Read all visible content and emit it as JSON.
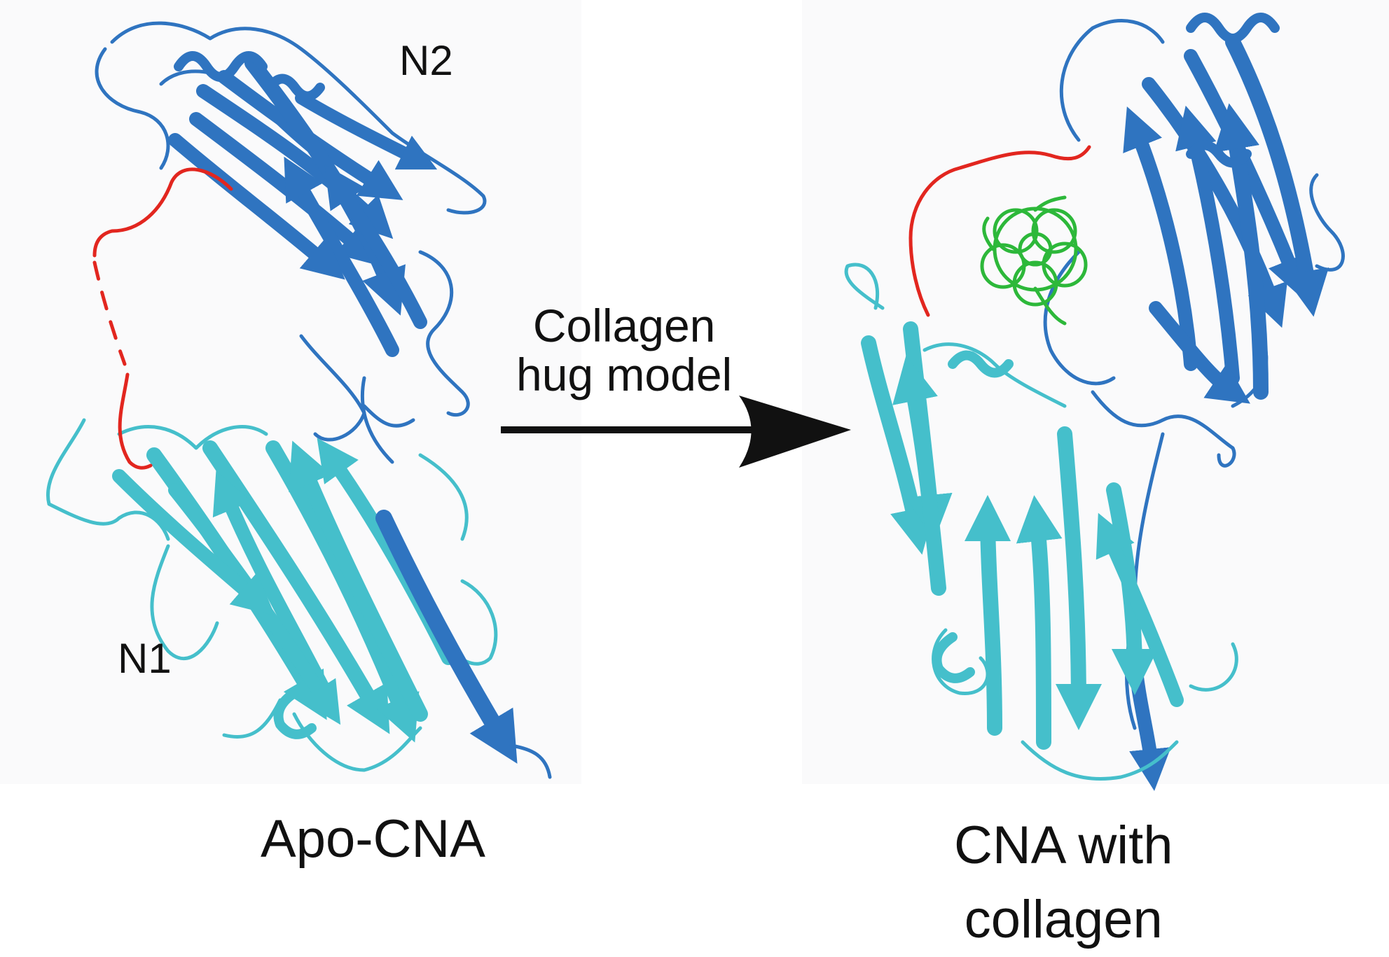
{
  "diagram": {
    "domain_labels": {
      "n2": "N2",
      "n1": "N1"
    },
    "left_caption": "Apo-CNA",
    "right_caption_line1": "CNA with",
    "right_caption_line2": "collagen",
    "arrow_label_line1": "Collagen",
    "arrow_label_line2": "hug model",
    "colors": {
      "n2_domain": "#2f74c0",
      "n1_domain": "#45bfcb",
      "linker": "#e2261f",
      "collagen": "#2db83a",
      "arrow": "#111111"
    }
  }
}
